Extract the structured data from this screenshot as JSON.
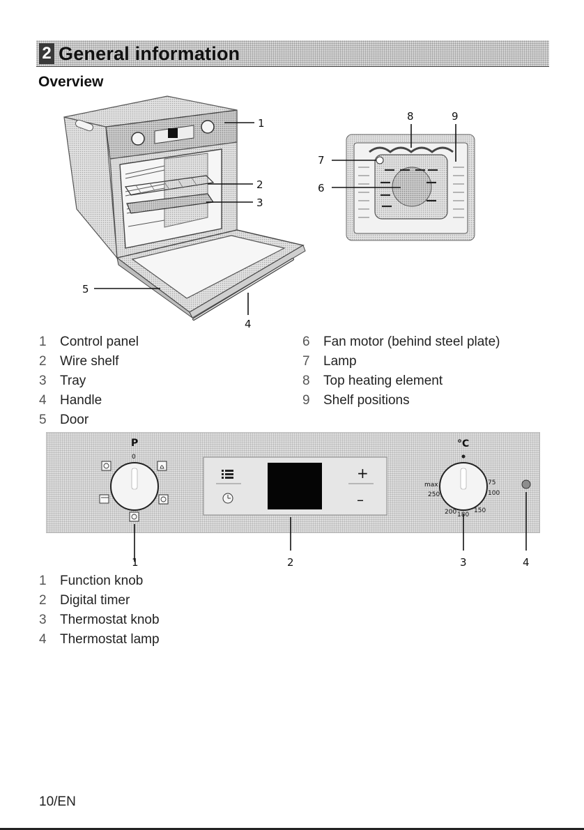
{
  "header": {
    "chapter_number": "2",
    "title": "General information"
  },
  "section": {
    "title": "Overview"
  },
  "oven_figure": {
    "callouts": [
      "1",
      "2",
      "3",
      "4",
      "5"
    ]
  },
  "cavity_figure": {
    "callouts": [
      "6",
      "7",
      "8",
      "9"
    ]
  },
  "parts_legend": {
    "left": [
      {
        "num": "1",
        "label": "Control panel"
      },
      {
        "num": "2",
        "label": "Wire shelf"
      },
      {
        "num": "3",
        "label": "Tray"
      },
      {
        "num": "4",
        "label": "Handle"
      },
      {
        "num": "5",
        "label": "Door"
      }
    ],
    "right": [
      {
        "num": "6",
        "label": "Fan motor (behind steel plate)"
      },
      {
        "num": "7",
        "label": "Lamp"
      },
      {
        "num": "8",
        "label": "Top heating element"
      },
      {
        "num": "9",
        "label": "Shelf positions"
      }
    ]
  },
  "control_panel_figure": {
    "function_knob_label": "P",
    "function_knob_zero": "0",
    "thermostat_unit": "°C",
    "thermostat_scale": [
      "max",
      "250",
      "200",
      "180",
      "150",
      "100",
      "75"
    ],
    "timer_plus": "+",
    "timer_minus": "–",
    "callouts": [
      "1",
      "2",
      "3",
      "4"
    ]
  },
  "panel_legend": [
    {
      "num": "1",
      "label": "Function knob"
    },
    {
      "num": "2",
      "label": "Digital timer"
    },
    {
      "num": "3",
      "label": "Thermostat knob"
    },
    {
      "num": "4",
      "label": "Thermostat lamp"
    }
  ],
  "footer": {
    "page": "10/EN"
  }
}
